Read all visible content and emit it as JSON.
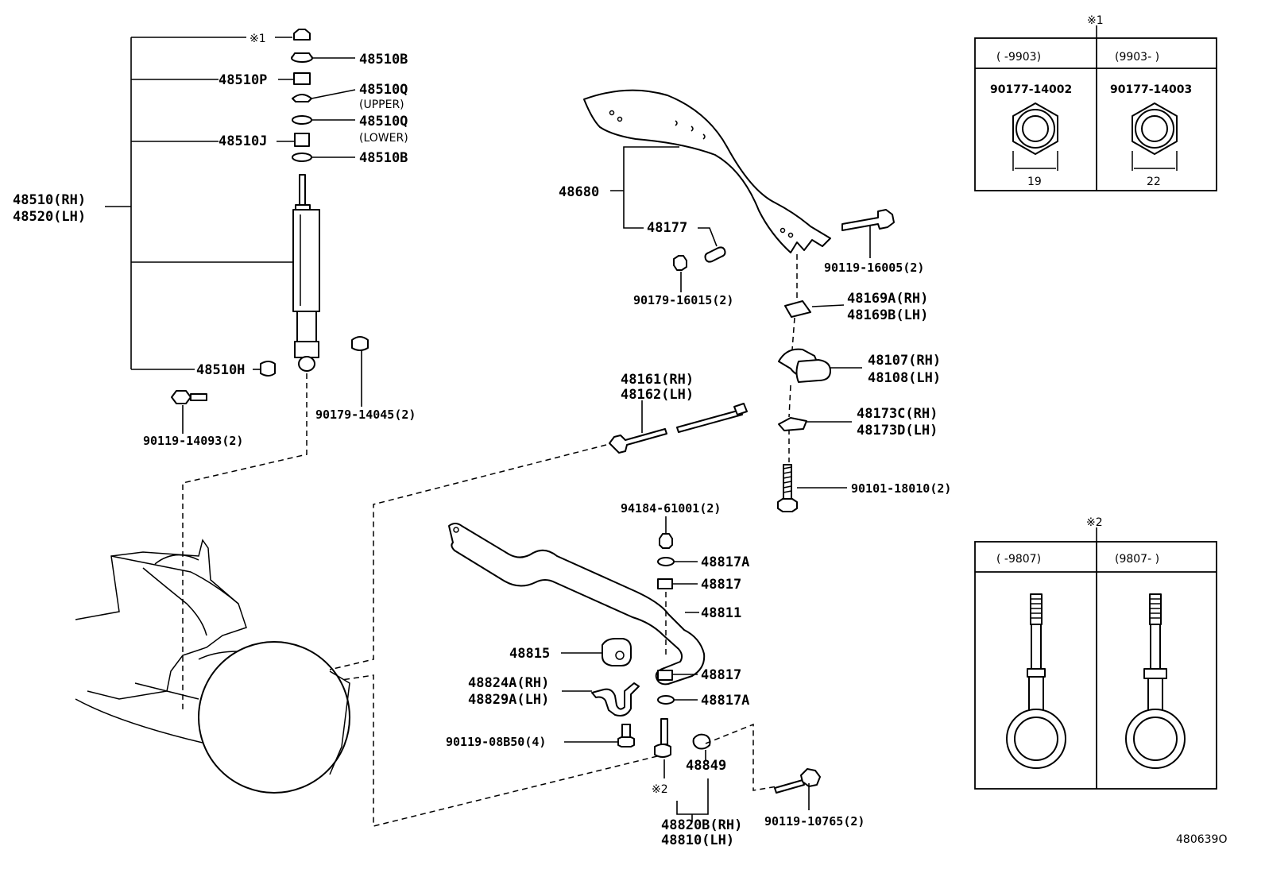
{
  "labels": {
    "note1_top": "※1",
    "p48510B_a": "48510B",
    "p48510P": "48510P",
    "p48510Q_a": "48510Q",
    "upper": "(UPPER)",
    "p48510Q_b": "48510Q",
    "lower": "(LOWER)",
    "p48510J": "48510J",
    "p48510B_b": "48510B",
    "p48510_rh": "48510(RH)",
    "p48520_lh": "48520(LH)",
    "p48510H": "48510H",
    "p90119_14093": "90119-14093(2)",
    "p90179_14045": "90179-14045(2)",
    "p48680": "48680",
    "p48177": "48177",
    "p90179_16015": "90179-16015(2)",
    "p90119_16005": "90119-16005(2)",
    "p48169A": "48169A(RH)",
    "p48169B": "48169B(LH)",
    "p48107": "48107(RH)",
    "p48108": "48108(LH)",
    "p48161": "48161(RH)",
    "p48162": "48162(LH)",
    "p48173C": "48173C(RH)",
    "p48173D": "48173D(LH)",
    "p90101_18010": "90101-18010(2)",
    "p94184_61001": "94184-61001(2)",
    "p48817A_a": "48817A",
    "p48817_a": "48817",
    "p48811": "48811",
    "p48815": "48815",
    "p48817_b": "48817",
    "p48824A": "48824A(RH)",
    "p48829A": "48829A(LH)",
    "p48817A_b": "48817A",
    "p90119_08B50": "90119-08B50(4)",
    "p48849": "48849",
    "note2_link": "※2",
    "p48820B": "48820B(RH)",
    "p48810": "48810(LH)",
    "p90119_10765": "90119-10765(2)",
    "diagram_id": "480639O"
  },
  "table1": {
    "note": "※1",
    "col1_range": "(    -9903)",
    "col2_range": "(9903-     )",
    "col1_part": "90177-14002",
    "col2_part": "90177-14003",
    "col1_size": "19",
    "col2_size": "22"
  },
  "table2": {
    "note": "※2",
    "col1_range": "(    -9807)",
    "col2_range": "(9807-     )"
  }
}
